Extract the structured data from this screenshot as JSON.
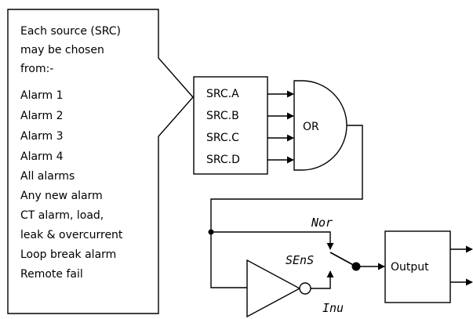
{
  "callout": {
    "heading": [
      "Each source (SRC)",
      "may be chosen",
      "from:-"
    ],
    "options": [
      "Alarm 1",
      "Alarm 2",
      "Alarm 3",
      "Alarm 4",
      "All alarms",
      "Any new alarm",
      "CT alarm, load,",
      "leak & overcurrent",
      "Loop break alarm",
      "Remote fail"
    ]
  },
  "sources": [
    "SRC.A",
    "SRC.B",
    "SRC.C",
    "SRC.D"
  ],
  "gate_label": "OR",
  "switch": {
    "normal_label": "Nor",
    "sense_label": "SEnS",
    "inverted_label": "Inu"
  },
  "output_label": "Output"
}
